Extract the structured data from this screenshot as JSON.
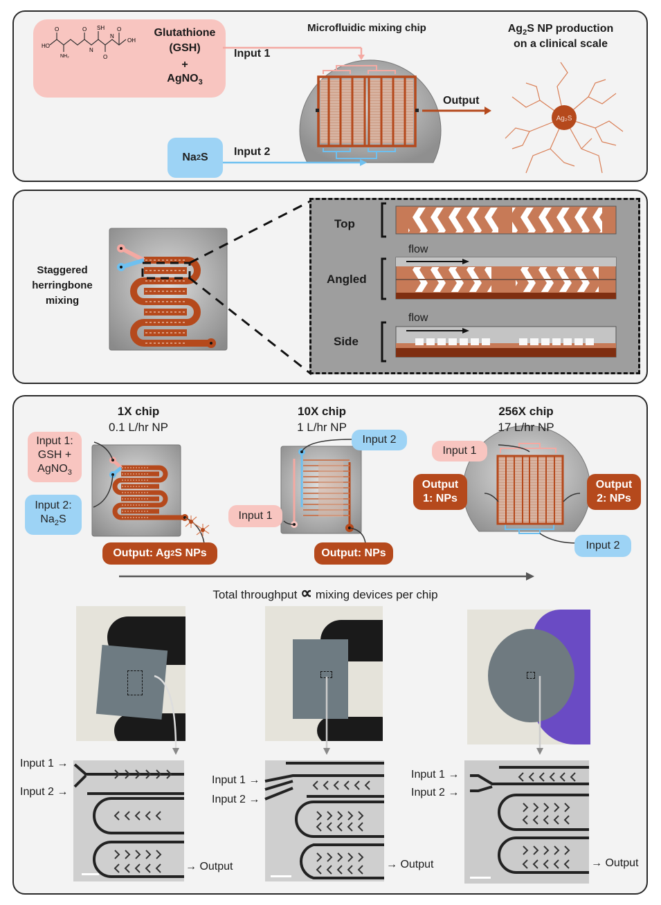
{
  "panel1": {
    "reagent1": {
      "line1": "Glutathione",
      "line2": "(GSH)",
      "plus": "+",
      "compound": "AgNO",
      "subscript": "3"
    },
    "input1_label": "Input 1",
    "reagent2": {
      "prefix": "Na",
      "subscript": "2",
      "suffix": "S"
    },
    "input2_label": "Input 2",
    "chip_title": "Microfluidic mixing chip",
    "output_label": "Output",
    "product": {
      "line1_prefix": "Ag",
      "line1_sub": "2",
      "line1_suffix": "S NP production",
      "line2": "on a clinical scale",
      "core_label": "Ag₂S"
    },
    "molecule_labels": {
      "ho": "HO",
      "oh": "OH",
      "nh2": "NH₂",
      "sh": "SH",
      "h": "H",
      "n": "N",
      "o": "O"
    }
  },
  "panel2": {
    "title_line1": "Staggered",
    "title_line2": "herringbone",
    "title_line3": "mixing",
    "views": [
      {
        "label": "Top"
      },
      {
        "label": "Angled",
        "flow_label": "flow"
      },
      {
        "label": "Side",
        "flow_label": "flow"
      }
    ]
  },
  "panel3": {
    "chips": [
      {
        "title": "1X chip",
        "rate": "0.1 L/hr NP",
        "input1": {
          "line1": "Input 1:",
          "line2": "GSH +",
          "line3_prefix": "AgNO",
          "line3_sub": "3"
        },
        "input2": {
          "line1": "Input 2:",
          "line2_prefix": "Na",
          "line2_sub": "2",
          "line2_suffix": "S"
        },
        "output": {
          "prefix": "Output: Ag",
          "sub": "2",
          "suffix": "S NPs"
        }
      },
      {
        "title": "10X chip",
        "rate": "1 L/hr NP",
        "input1": "Input 1",
        "input2": "Input 2",
        "output": "Output: NPs"
      },
      {
        "title": "256X chip",
        "rate": "17 L/hr NP",
        "input1": "Input 1",
        "input2": "Input 2",
        "output1": {
          "line1": "Output",
          "line2": "1: NPs"
        },
        "output2": {
          "line1": "Output",
          "line2": "2: NPs"
        }
      }
    ],
    "throughput": {
      "prefix": "Total throughput",
      "symbol": "∝",
      "suffix": "mixing devices per chip"
    },
    "micrographs": [
      {
        "input1": "Input 1",
        "input2": "Input 2",
        "output": "Output"
      },
      {
        "input1": "Input 1",
        "input2": "Input 2",
        "output": "Output"
      },
      {
        "input1": "Input 1",
        "input2": "Input 2",
        "output": "Output"
      }
    ]
  },
  "colors": {
    "pink": "#f8c5c0",
    "pink_line": "#f4a9a2",
    "blue": "#9dd3f5",
    "blue_line": "#6ec0f0",
    "brown": "#b5491c",
    "brown_light": "#c77a57",
    "chip_gray": "#9a9a9a",
    "glove_purple": "#6a4bc4"
  }
}
